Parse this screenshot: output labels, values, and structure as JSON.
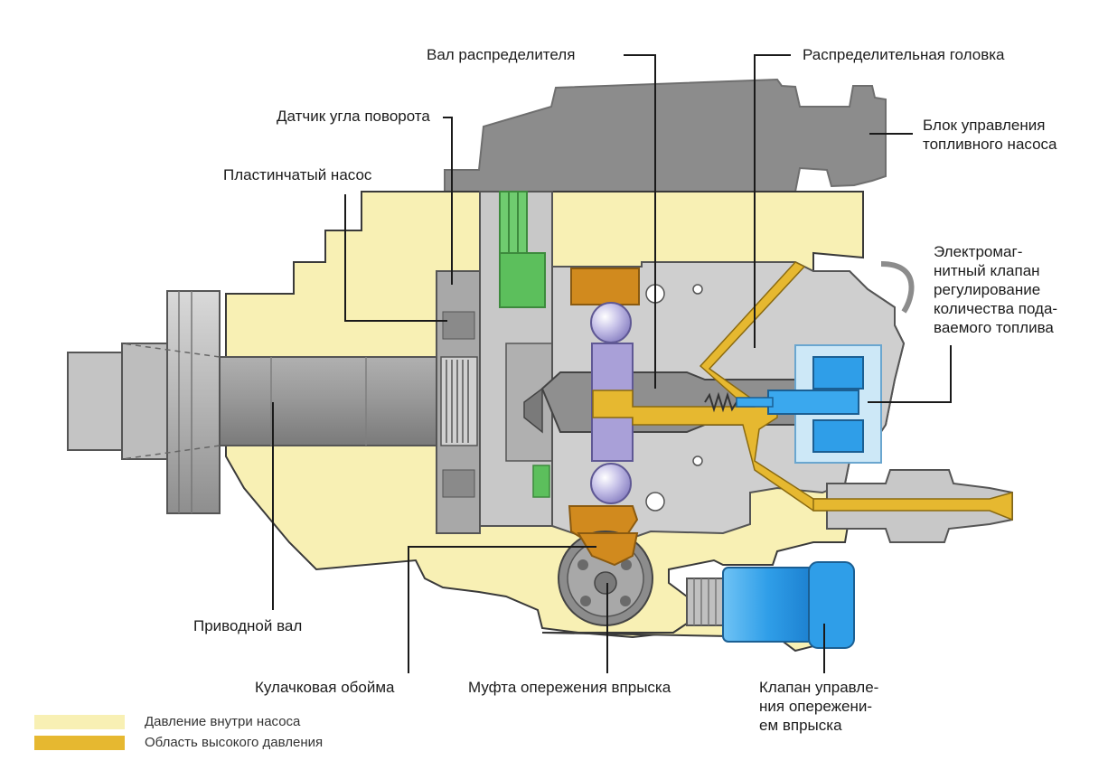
{
  "colors": {
    "low_pressure": "#f8f0b4",
    "high_pressure": "#e6b830",
    "housing_gray": "#8c8c8c",
    "steel_light": "#c8c8c8",
    "steel_dark": "#9a9a9a",
    "sensor_green": "#5cbf5c",
    "solenoid_blue": "#2f9ee8",
    "valve_blue": "#3aa8ee",
    "plunger_purple": "#a9a0d8",
    "cam_ring_orange": "#d18a1e",
    "leader_line": "#1a1a1a"
  },
  "labels": {
    "distributor_shaft": "Вал распределителя",
    "distributor_head": "Распределительная головка",
    "angle_sensor": "Датчик угла поворота",
    "pump_ecu": "Блок управления\nтопливного насоса",
    "vane_pump": "Пластинчатый насос",
    "solenoid_valve": "Электромаг-\nнитный клапан\nрегулирование\nколичества пода-\nваемого топлива",
    "drive_shaft": "Приводной вал",
    "cam_ring": "Кулачковая обойма",
    "timing_device": "Муфта опережения впрыска",
    "timing_valve": "Клапан управле-\nния опережени-\nем впрыска"
  },
  "legend": {
    "low_pressure": "Давление внутри насоса",
    "high_pressure": "Область высокого давления"
  }
}
